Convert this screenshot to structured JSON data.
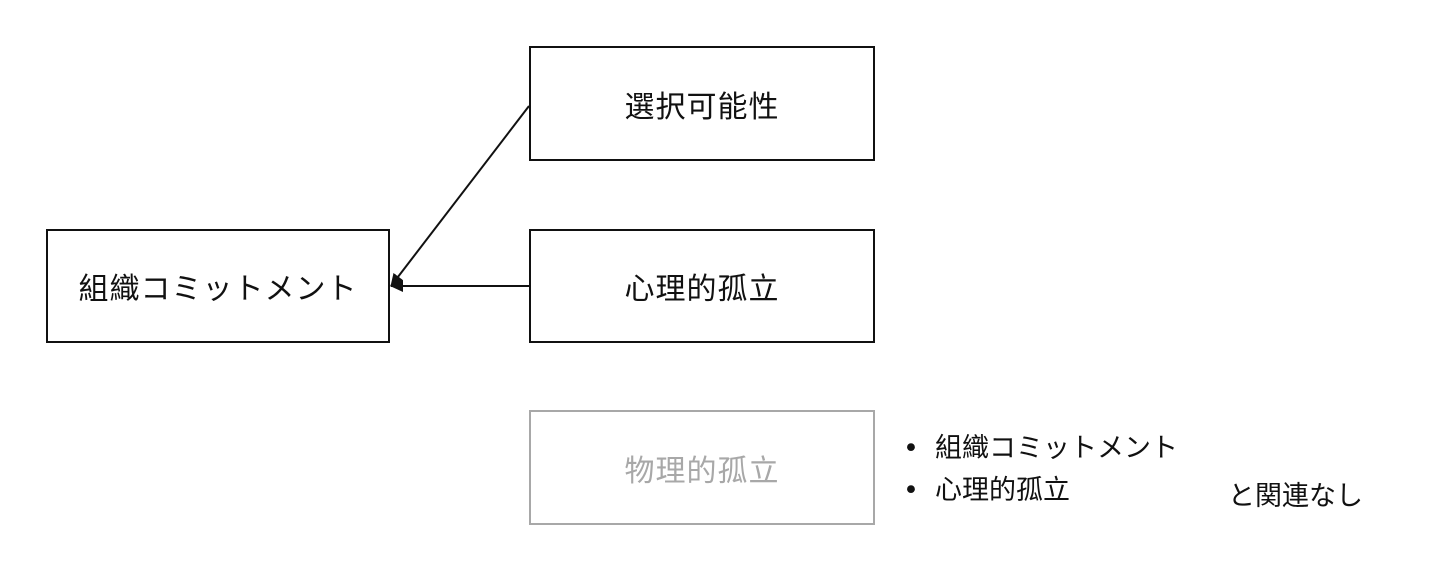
{
  "nodes": {
    "org_commitment": "組織コミットメント",
    "selectability": "選択可能性",
    "psych_isolation": "心理的孤立",
    "physical_isolation": "物理的孤立"
  },
  "bullets": [
    "組織コミットメント",
    "心理的孤立"
  ],
  "note": "と関連なし",
  "colors": {
    "line": "#111111",
    "muted": "#a8a8a8"
  }
}
